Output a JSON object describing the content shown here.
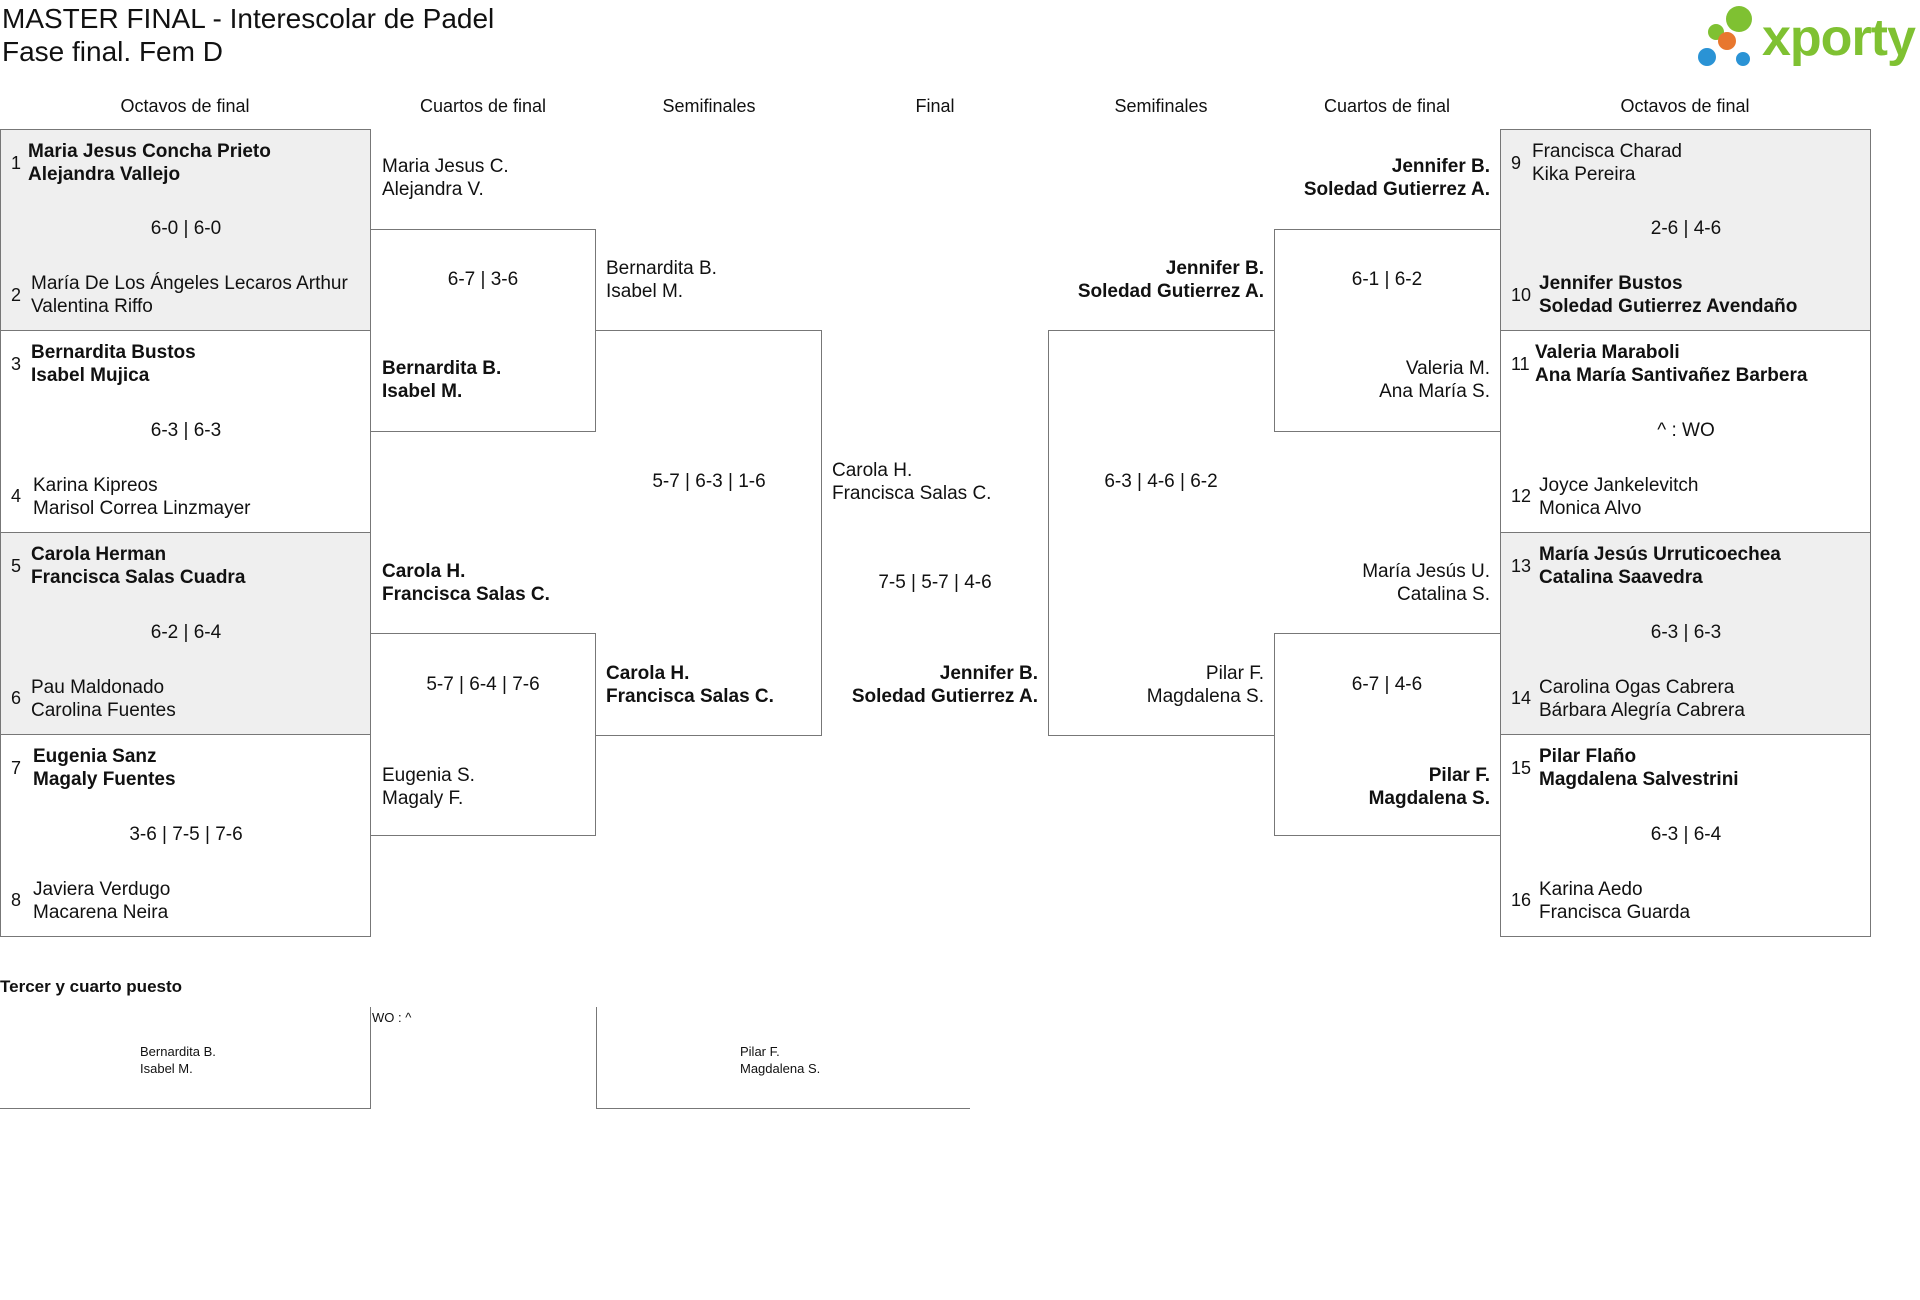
{
  "header": {
    "title_line1": "MASTER FINAL - Interescolar de Padel",
    "title_line2": "Fase final. Fem D",
    "logo_text": "xporty",
    "logo_colors": [
      "#7fc132",
      "#e8772e",
      "#2a93d5"
    ]
  },
  "rounds": {
    "left_octavos": "Octavos de final",
    "left_cuartos": "Cuartos de final",
    "left_semis": "Semifinales",
    "final": "Final",
    "right_semis": "Semifinales",
    "right_cuartos": "Cuartos de final",
    "right_octavos": "Octavos de final"
  },
  "left_octavos": [
    {
      "seed_a": "1",
      "a1": "Maria Jesus Concha Prieto",
      "a2": "Alejandra Vallejo",
      "score": "6-0 | 6-0",
      "seed_b": "2",
      "b1": "María De Los Ángeles Lecaros Arthur",
      "b2": "Valentina Riffo"
    },
    {
      "seed_a": "3",
      "a1": "Bernardita Bustos",
      "a2": "Isabel Mujica",
      "score": "6-3 | 6-3",
      "seed_b": "4",
      "b1": "Karina Kipreos",
      "b2": "Marisol Correa Linzmayer"
    },
    {
      "seed_a": "5",
      "a1": "Carola Herman",
      "a2": "Francisca Salas Cuadra",
      "score": "6-2 | 6-4",
      "seed_b": "6",
      "b1": "Pau Maldonado",
      "b2": "Carolina Fuentes"
    },
    {
      "seed_a": "7",
      "a1": "Eugenia Sanz",
      "a2": "Magaly Fuentes",
      "score": "3-6 | 7-5 | 7-6",
      "seed_b": "8",
      "b1": "Javiera Verdugo",
      "b2": "Macarena Neira"
    }
  ],
  "right_octavos": [
    {
      "seed_a": "9",
      "a1": "Francisca Charad",
      "a2": "Kika Pereira",
      "score": "2-6 | 4-6",
      "seed_b": "10",
      "b1": "Jennifer Bustos",
      "b2": "Soledad Gutierrez Avendaño"
    },
    {
      "seed_a": "11",
      "a1": "Valeria Maraboli",
      "a2": "Ana María Santivañez Barbera",
      "score": "^ : WO",
      "seed_b": "12",
      "b1": "Joyce Jankelevitch",
      "b2": "Monica Alvo"
    },
    {
      "seed_a": "13",
      "a1": "María Jesús Urruticoechea",
      "a2": "Catalina Saavedra",
      "score": "6-3 | 6-3",
      "seed_b": "14",
      "b1": "Carolina Ogas Cabrera",
      "b2": "Bárbara Alegría Cabrera"
    },
    {
      "seed_a": "15",
      "a1": "Pilar Flaño",
      "a2": "Magdalena Salvestrini",
      "score": "6-3 | 6-4",
      "seed_b": "16",
      "b1": "Karina Aedo",
      "b2": "Francisca Guarda"
    }
  ],
  "left_cuartos": [
    {
      "a1": "Maria Jesus C.",
      "a2": "Alejandra V.",
      "score": "6-7 | 3-6",
      "b1": "Bernardita B.",
      "b2": "Isabel M."
    },
    {
      "a1": "Carola H.",
      "a2": "Francisca Salas C.",
      "score": "5-7 | 6-4 | 7-6",
      "b1": "Eugenia S.",
      "b2": "Magaly F."
    }
  ],
  "right_cuartos": [
    {
      "a1": "Jennifer B.",
      "a2": "Soledad Gutierrez A.",
      "score": "6-1 | 6-2",
      "b1": "Valeria M.",
      "b2": "Ana María S."
    },
    {
      "a1": "María Jesús U.",
      "a2": "Catalina S.",
      "score": "6-7 | 4-6",
      "b1": "Pilar F.",
      "b2": "Magdalena S."
    }
  ],
  "left_semi": {
    "a1": "Bernardita B.",
    "a2": "Isabel M.",
    "score": "5-7 | 6-3 | 1-6",
    "b1": "Carola H.",
    "b2": "Francisca Salas C."
  },
  "right_semi": {
    "a1": "Jennifer B.",
    "a2": "Soledad Gutierrez A.",
    "score": "6-3 | 4-6 | 6-2",
    "b1": "Pilar F.",
    "b2": "Magdalena S."
  },
  "final": {
    "a1": "Carola H.",
    "a2": "Francisca Salas C.",
    "score": "7-5 | 5-7 | 4-6",
    "b1": "Jennifer B.",
    "b2": "Soledad Gutierrez A."
  },
  "third_place": {
    "title": "Tercer y cuarto puesto",
    "score": "WO : ^",
    "a1": "Bernardita B.",
    "a2": "Isabel M.",
    "b1": "Pilar F.",
    "b2": "Magdalena S."
  }
}
